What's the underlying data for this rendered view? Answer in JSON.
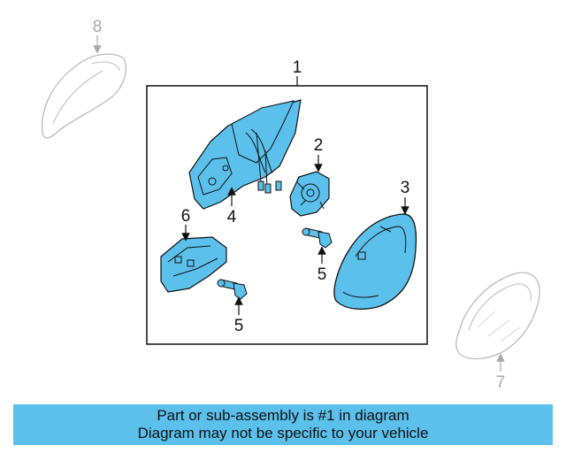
{
  "callouts": {
    "c1": "1",
    "c2": "2",
    "c3": "3",
    "c4": "4",
    "c5a": "5",
    "c5b": "5",
    "c6": "6",
    "c7": "7",
    "c8": "8"
  },
  "banner": {
    "line1": "Part or sub-assembly is #1 in diagram",
    "line2": "Diagram may not be specific to your vehicle"
  },
  "colors": {
    "part_fill": "#5bc0ec",
    "faded_outline": "#bbbbbb",
    "banner_bg": "#5bc0ec"
  }
}
